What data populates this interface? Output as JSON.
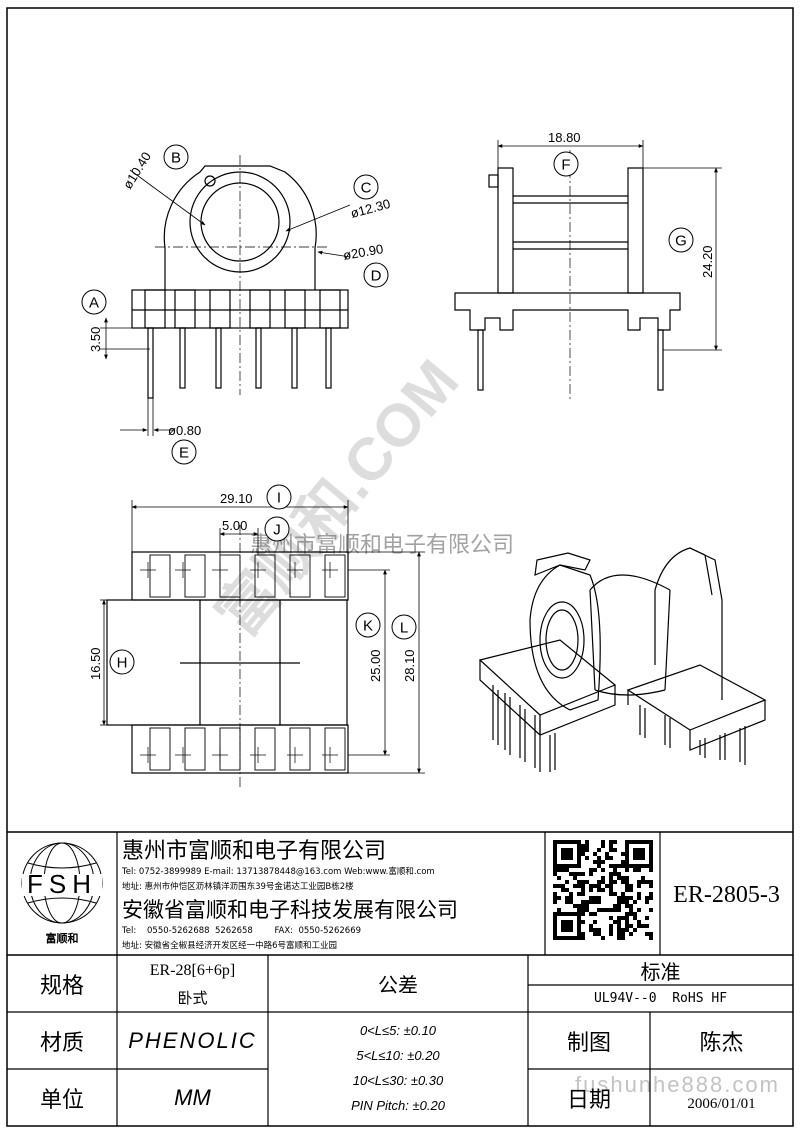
{
  "drawing": {
    "dims": {
      "phi_outer": "ø10.40",
      "phi_inner": "ø12.30",
      "phi_flange": "ø20.90",
      "pin_height": "3.50",
      "pin_dia": "ø0.80",
      "side_width": "18.80",
      "side_height": "24.20",
      "bottom_width": "29.10",
      "pin_pitch": "5.00",
      "bottom_h1": "16.50",
      "bottom_h2": "25.00",
      "bottom_h3": "28.10"
    },
    "callouts": [
      "A",
      "B",
      "C",
      "D",
      "E",
      "F",
      "G",
      "H",
      "I",
      "J",
      "K",
      "L"
    ],
    "watermark_diag": "富顺和.COM",
    "watermark_line": "惠州市富顺和电子有限公司",
    "watermark_url": "fushunhe888.com"
  },
  "title_block": {
    "logo_text": "FSH",
    "logo_caption": "富顺和",
    "company1": "惠州市富顺和电子有限公司",
    "company1_contact": "Tel:  0752-3899989  E-mail: 13713878448@163.com  Web:www.富顺和.com",
    "company1_address": "地址: 惠州市仲恺区沥林镇洋沥围东39号金诺达工业园B栋2楼",
    "company2": "安徽省富顺和电子科技发展有限公司",
    "company2_contact": "Tel:    0550-5262688  5262658        FAX:  0550-5262669",
    "company2_address": "地址: 安徽省全椒县经济开发区经一中路6号富顺和工业园",
    "part_number": "ER-2805-3",
    "spec_label": "规格",
    "spec_value1": "ER-28[6+6p]",
    "spec_value2": "卧式",
    "material_label": "材质",
    "material_value": "PHENOLIC",
    "unit_label": "单位",
    "unit_value": "MM",
    "tolerance_label": "公差",
    "tolerances": [
      "0<L≤5: ±0.10",
      "5<L≤10: ±0.20",
      "10<L≤30: ±0.30",
      "PIN Pitch: ±0.20"
    ],
    "standard_label": "标准",
    "standard_value": "UL94V--0  RoHS HF",
    "drawn_label": "制图",
    "drawn_value": "陈杰",
    "date_label": "日期",
    "date_value": "2006/01/01"
  }
}
